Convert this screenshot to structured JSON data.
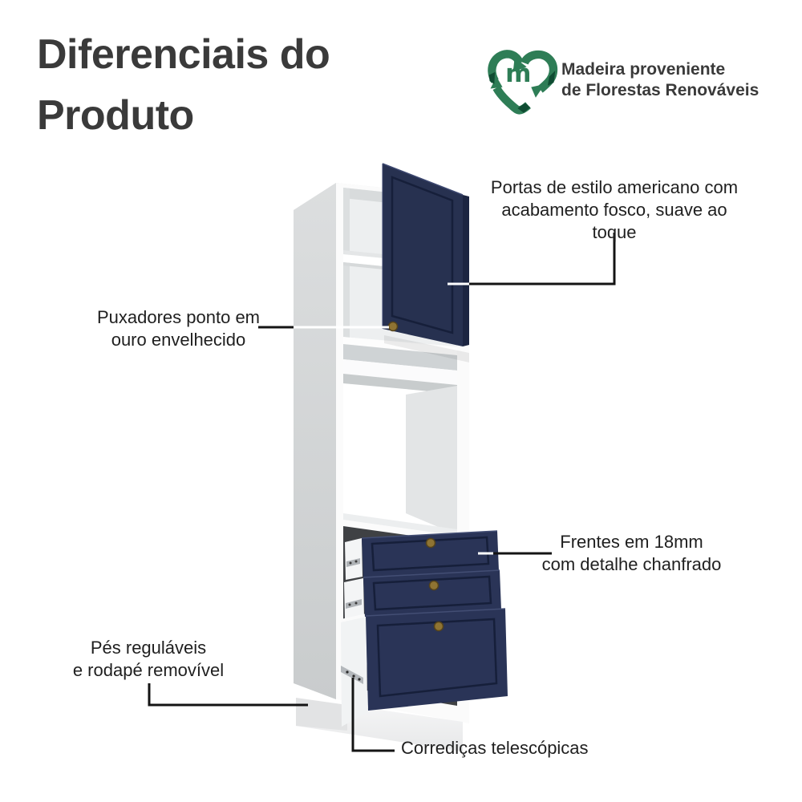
{
  "title": {
    "line1": "Diferenciais do",
    "line2": "Produto"
  },
  "badge": {
    "logo_letter": "m",
    "line1": "Madeira proveniente",
    "line2": "de Florestas Renováveis"
  },
  "callouts": {
    "portas": {
      "line1": "Portas de estilo americano com",
      "line2": "acabamento fosco, suave ao toque"
    },
    "puxadores": {
      "line1": "Puxadores ponto em",
      "line2": "ouro envelhecido"
    },
    "frentes": {
      "line1": "Frentes em 18mm",
      "line2": "com detalhe chanfrado"
    },
    "pes": {
      "line1": "Pés reguláveis",
      "line2": "e rodapé removível"
    },
    "corredicas": {
      "line1": "Corrediças telescópicas"
    }
  },
  "colors": {
    "background": "#ffffff",
    "title_text": "#3a3a3a",
    "callout_text": "#1f1f1f",
    "leader_line": "#141414",
    "navy_door": "#273150",
    "navy_drawer": "#2a3457",
    "navy_edge": "#1c2541",
    "navy_bevel": "#161f3a",
    "gold_knob": "#8f7433",
    "gold_knob_dark": "#55431a",
    "carcass_front": "#fbfbfb",
    "carcass_side": "#d2d5d7",
    "interior_shade": "#edeff0",
    "logo_green": "#2e7d56",
    "logo_green_dark": "#0f4c32"
  }
}
